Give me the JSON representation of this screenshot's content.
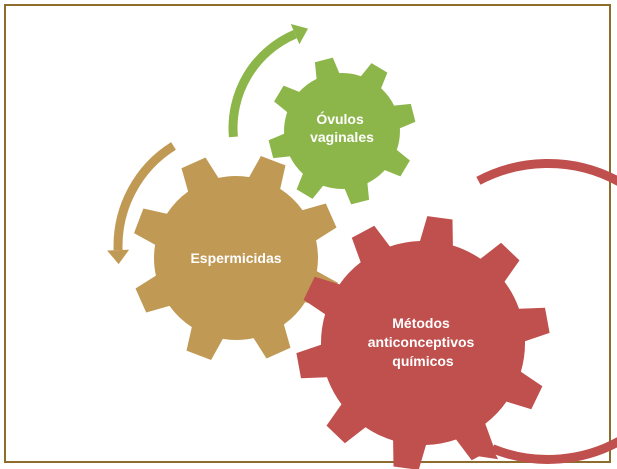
{
  "diagram": {
    "gears": [
      {
        "lines": [
          "Óvulos",
          "vaginales"
        ],
        "color": "#8cb64a"
      },
      {
        "lines": [
          "Espermicidas"
        ],
        "color": "#c09a55"
      },
      {
        "lines": [
          "Métodos",
          "anticonceptivos",
          "químicos"
        ],
        "color": "#c0504d"
      }
    ],
    "arrows": [
      {
        "color": "#8cb64a"
      },
      {
        "color": "#c09a55"
      },
      {
        "color": "#c0504d"
      }
    ]
  }
}
